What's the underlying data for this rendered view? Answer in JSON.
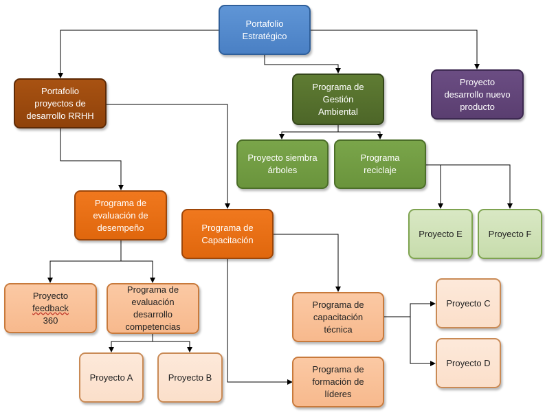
{
  "colors": {
    "connector": "#000000",
    "blue": "#4f81bd",
    "brown": "#984807",
    "dark_green": "#4f6228",
    "purple": "#5f497a",
    "medium_green": "#77933c",
    "light_green": "#d7e4bd",
    "orange": "#e46c0a",
    "peach": "#fac090",
    "cream": "#fde9d9"
  },
  "nodes": {
    "portafolio_estrategico": {
      "line1": "Portafolio",
      "line2": "Estratégico"
    },
    "portafolio_rrhh": {
      "line1": "Portafolio",
      "line2": "proyectos  de",
      "line3": "desarrollo RRHH"
    },
    "gestion_ambiental": {
      "line1": "Programa  de",
      "line2": "Gestión",
      "line3": "Ambiental"
    },
    "nuevo_producto": {
      "line1": "Proyecto",
      "line2": "desarrollo nuevo",
      "line3": "producto"
    },
    "siembra_arboles": {
      "line1": "Proyecto siembra",
      "line2": "árboles"
    },
    "reciclaje": {
      "line1": "Programa",
      "line2": "reciclaje"
    },
    "evaluacion_desempeno": {
      "line1": "Programa de",
      "line2": "evaluación de",
      "line3": "desempeño"
    },
    "capacitacion": {
      "line1": "Programa de",
      "line2": "Capacitación"
    },
    "proyecto_e": {
      "line1": "Proyecto E"
    },
    "proyecto_f": {
      "line1": "Proyecto F"
    },
    "feedback_360": {
      "line1": "Proyecto",
      "line2a": "feedback",
      "line2b": " 360"
    },
    "evaluacion_competencias": {
      "line1": "Programa de",
      "line2": "evaluación",
      "line3": "desarrollo",
      "line4": "competencias"
    },
    "capacitacion_tecnica": {
      "line1": "Programa de",
      "line2": "capacitación",
      "line3": "técnica"
    },
    "proyecto_c": {
      "line1": "Proyecto C"
    },
    "proyecto_d": {
      "line1": "Proyecto D"
    },
    "proyecto_a": {
      "line1": "Proyecto A"
    },
    "proyecto_b": {
      "line1": "Proyecto B"
    },
    "formacion_lideres": {
      "line1": "Programa de",
      "line2": "formación de",
      "line3": "líderes"
    }
  }
}
